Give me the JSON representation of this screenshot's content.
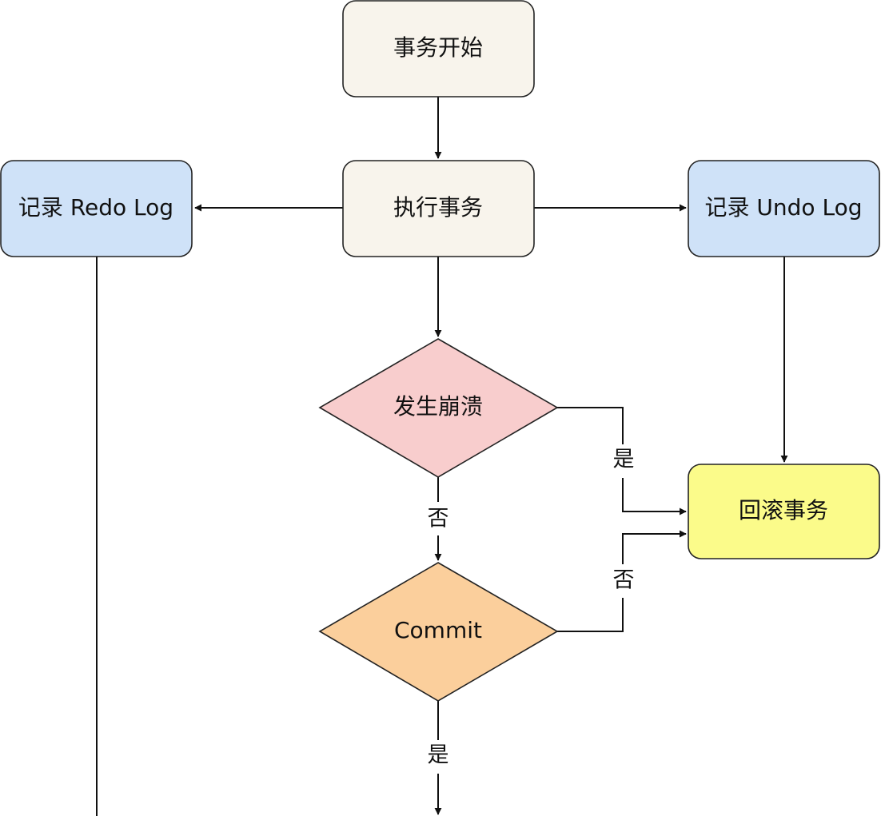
{
  "nodes": {
    "start": {
      "label": "事务开始",
      "fill": "#f8f4ec"
    },
    "execute": {
      "label": "执行事务",
      "fill": "#f8f4ec"
    },
    "redo": {
      "label": "记录 Redo Log",
      "fill": "#cfe2f8"
    },
    "undo": {
      "label": "记录 Undo Log",
      "fill": "#cfe2f8"
    },
    "crash": {
      "label": "发生崩溃",
      "fill": "#f8cdcd"
    },
    "commit": {
      "label": "Commit",
      "fill": "#fbcf9c"
    },
    "rollback": {
      "label": "回滚事务",
      "fill": "#fbfb8a"
    }
  },
  "edge_labels": {
    "crash_yes": "是",
    "crash_no": "否",
    "commit_no": "否",
    "commit_yes": "是"
  }
}
